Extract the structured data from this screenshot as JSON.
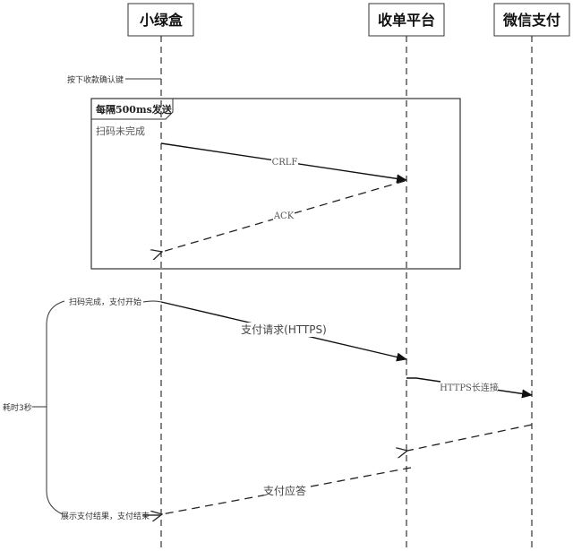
{
  "actors": [
    {
      "id": "box",
      "label": "小绿盒"
    },
    {
      "id": "platform",
      "label": "收单平台"
    },
    {
      "id": "wechat",
      "label": "微信支付"
    }
  ],
  "notes": {
    "press_confirm": "按下收款确认键",
    "scan_done": "扫码完成，支付开始",
    "show_result": "展示支付结果，支付结束",
    "duration": "耗时3秒"
  },
  "loop_frame": {
    "title": "每隔500ms发送",
    "guard": "扫码未完成"
  },
  "messages": {
    "crlf": "CRLF",
    "ack": "ACK",
    "pay_request": "支付请求(HTTPS)",
    "https_long": "HTTPS长连接",
    "pay_response": "支付应答"
  }
}
